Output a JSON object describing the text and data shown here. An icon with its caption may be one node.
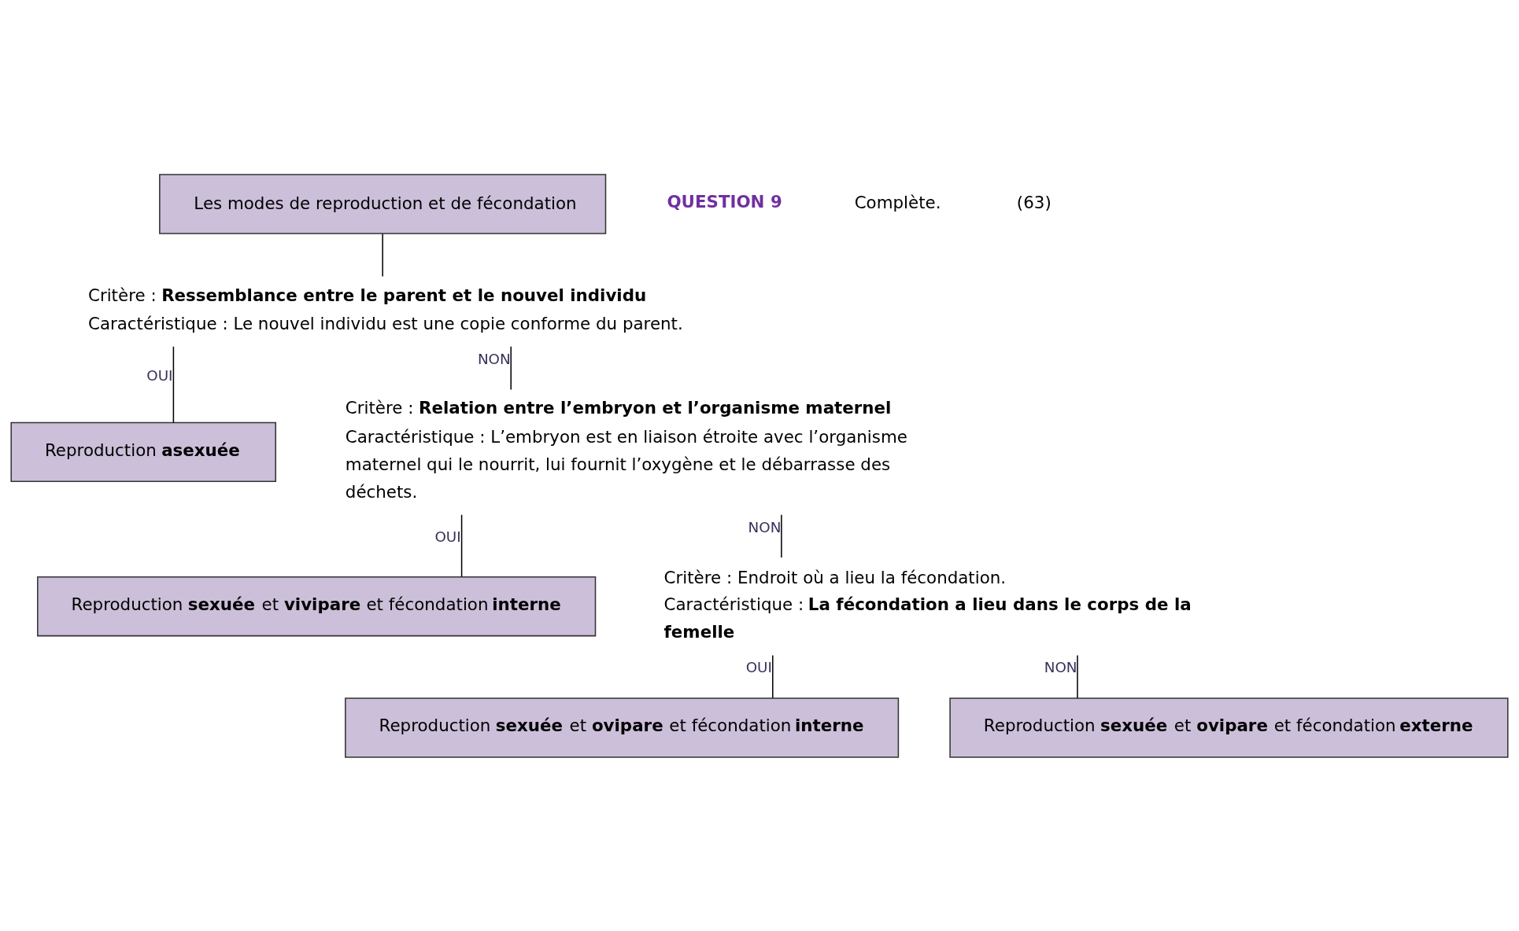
{
  "diagram": {
    "nodes": [
      {
        "text": [
          "Les modes de reproduction et de fécondation"
        ]
      },
      {
        "text": [
          "Critère : **Ressemblance entre le parent et le nouvel individu**",
          "Caractéristique : Le nouvel individu est une copie conforme du parent."
        ]
      },
      {
        "text": [
          "Reproduction **asexuée**"
        ]
      },
      {
        "text": [
          "Critère : **Relation entre l’embryon et l’organisme maternel**",
          "Caractéristique : L’embryon est en liaison étroite avec l’organisme maternel qui le nourrit, lui fournit l’oxygène et le débarrasse des déchets."
        ]
      },
      {
        "text": [
          "Reproduction **sexuée** et **vivipare** et fécondation **interne**"
        ]
      },
      {
        "text": [
          "Critère : Endroit où a lieu la fécondation.",
          "Caractéristique : **La fécondation a lieu dans le corps de la femelle**"
        ]
      },
      {
        "text": [
          "Reproduction **sexuée** et **ovipare** et fécondation **interne**"
        ]
      },
      {
        "text": [
          "Reproduction **sexuée** et **ovipare** et fécondation **externe**"
        ]
      }
    ],
    "edges": [
      {
        "from": 0,
        "to": 1,
        "arrow": "none"
      },
      {
        "from": 1,
        "to": 2,
        "arrow": "none",
        "label": "OUI"
      },
      {
        "from": 1,
        "to": 3,
        "arrow": "none",
        "label": "NON"
      },
      {
        "from": 3,
        "to": 4,
        "arrow": "none",
        "label": "OUI"
      },
      {
        "from": 3,
        "to": 5,
        "arrow": "none",
        "label": "NON"
      },
      {
        "from": 5,
        "to": 6,
        "arrow": "none",
        "label": "OUI"
      },
      {
        "from": 5,
        "to": 7,
        "arrow": "none",
        "label": "NON"
      }
    ],
    "labels": [
      "QUESTION 9",
      "Complète.",
      "(63)"
    ]
  }
}
